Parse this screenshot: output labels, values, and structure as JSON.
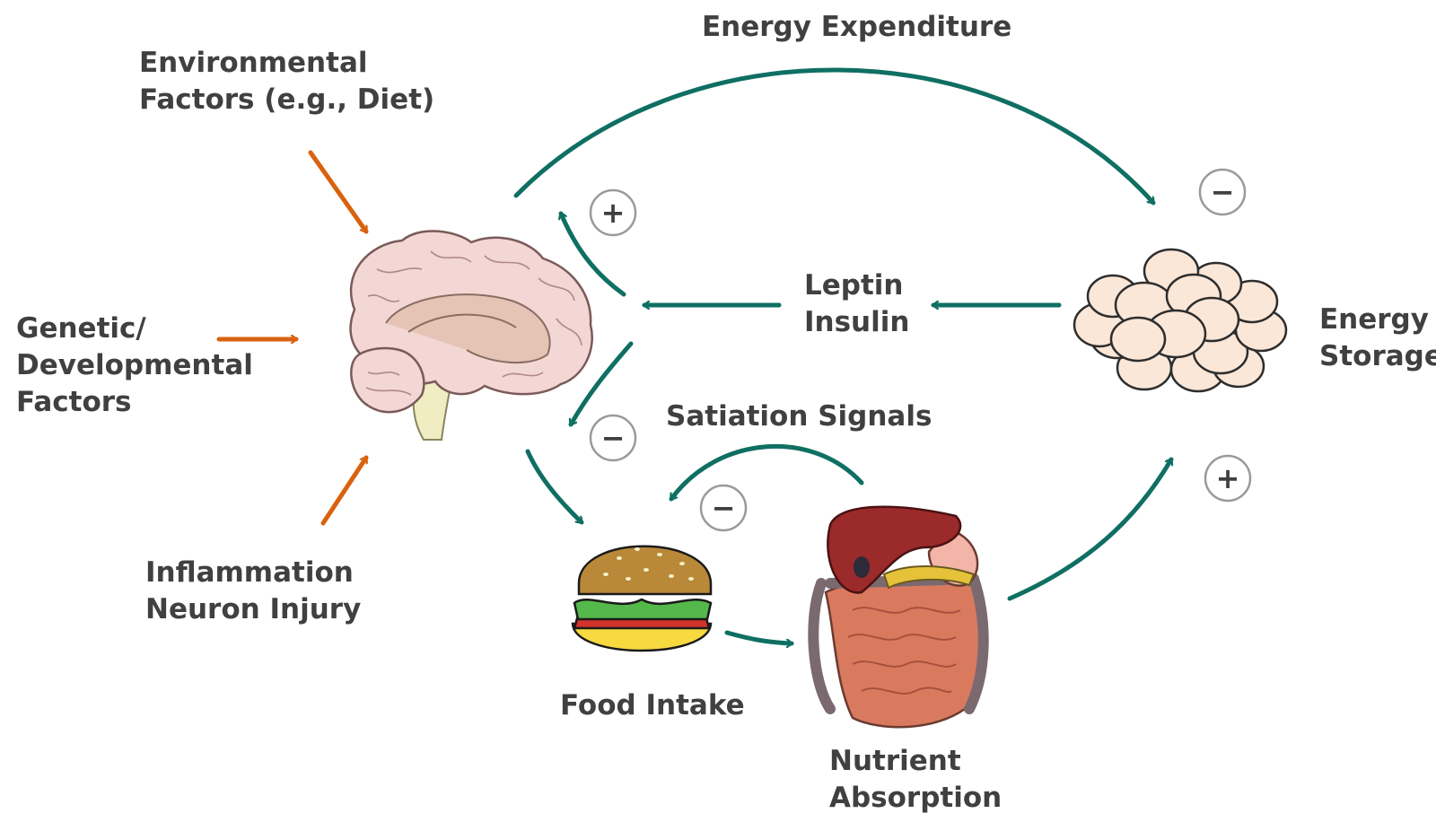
{
  "labels": {
    "energy_expenditure": "Energy Expenditure",
    "environmental": [
      "Environmental",
      "Factors (e.g., Diet)"
    ],
    "genetic": [
      "Genetic/",
      "Developmental",
      "Factors"
    ],
    "inflammation": [
      "Inflammation",
      "Neuron Injury"
    ],
    "hormones": [
      "Leptin",
      "Insulin"
    ],
    "energy_storage": [
      "Energy",
      "Storage"
    ],
    "satiation": "Satiation Signals",
    "food_intake": "Food Intake",
    "nutrient_absorption": [
      "Nutrient",
      "Absorption"
    ]
  },
  "signs": {
    "brain_plus": "+",
    "storage_minus": "−",
    "brain_minus": "−",
    "satiation_minus": "−",
    "storage_plus": "+"
  },
  "icons": [
    "brain-icon",
    "fat-cells-icon",
    "burger-icon",
    "digestive-organs-icon"
  ],
  "colors": {
    "feedback_arrow": "#0f6f63",
    "input_arrow": "#d9620f",
    "text": "#404040",
    "sign_circle": "#9a9a9a"
  }
}
